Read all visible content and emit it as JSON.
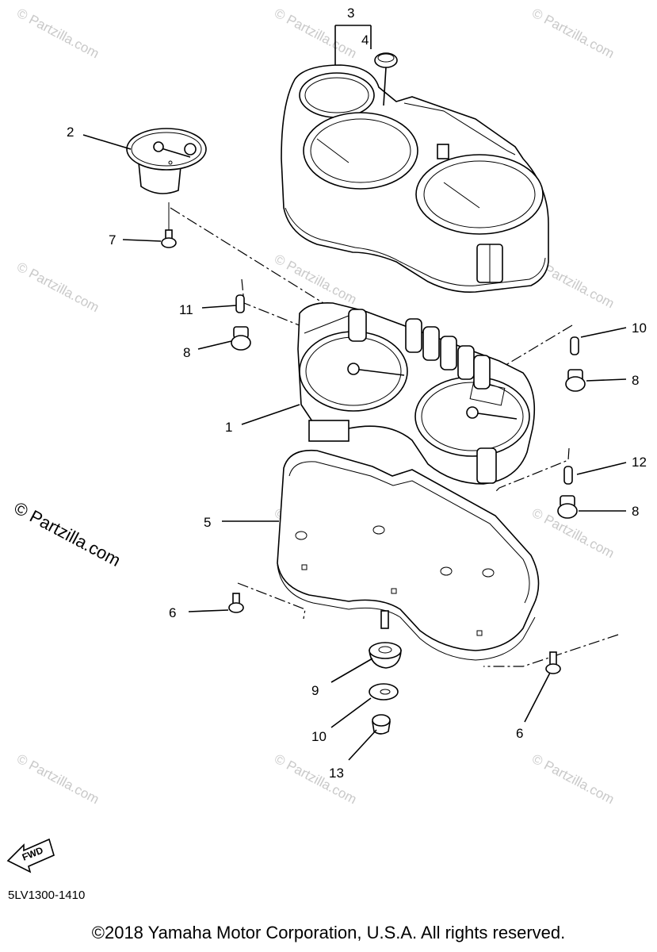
{
  "watermark": {
    "text": "© Partzilla.com",
    "side_text": "© Partzilla.com"
  },
  "callouts": [
    {
      "id": "c1",
      "text": "1"
    },
    {
      "id": "c2",
      "text": "2"
    },
    {
      "id": "c3",
      "text": "3"
    },
    {
      "id": "c4",
      "text": "4"
    },
    {
      "id": "c5",
      "text": "5"
    },
    {
      "id": "c6a",
      "text": "6"
    },
    {
      "id": "c6b",
      "text": "6"
    },
    {
      "id": "c7",
      "text": "7"
    },
    {
      "id": "c8a",
      "text": "8"
    },
    {
      "id": "c8b",
      "text": "8"
    },
    {
      "id": "c8c",
      "text": "8"
    },
    {
      "id": "c9",
      "text": "9"
    },
    {
      "id": "c10a",
      "text": "10"
    },
    {
      "id": "c10b",
      "text": "10"
    },
    {
      "id": "c11",
      "text": "11"
    },
    {
      "id": "c12",
      "text": "12"
    },
    {
      "id": "c13",
      "text": "13"
    }
  ],
  "fwd_label": "FWD",
  "diagram_code": "5LV1300-1410",
  "copyright": "©2018 Yamaha Motor Corporation, U.S.A. All rights reserved."
}
